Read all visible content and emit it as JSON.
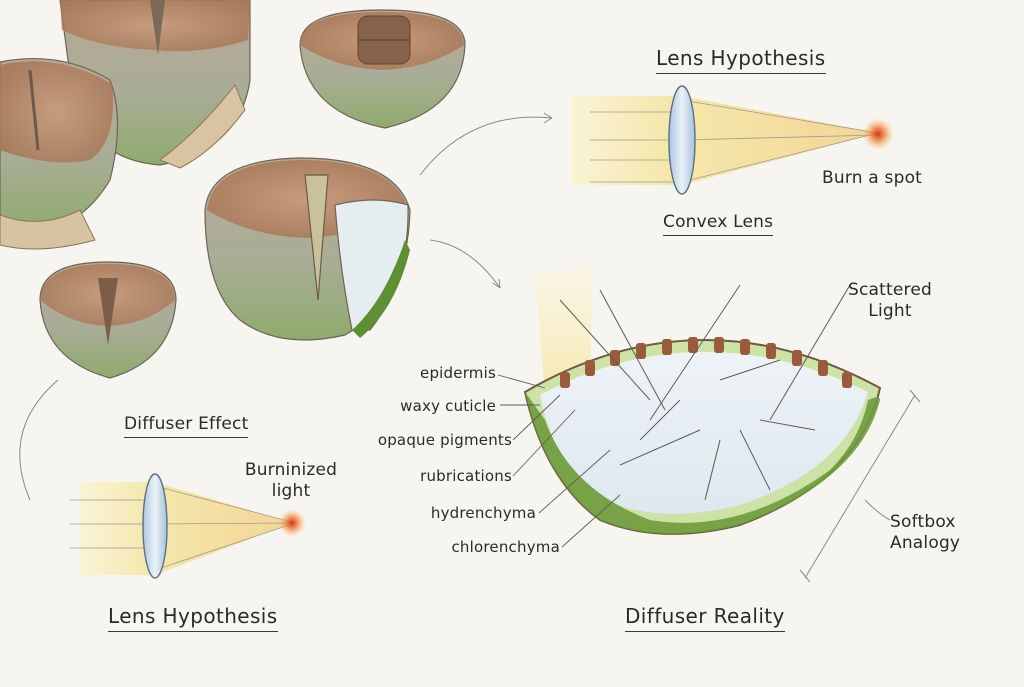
{
  "titles": {
    "lens_top": "Lens Hypothesis",
    "lens_bottom": "Lens Hypothesis",
    "diffuser_effect": "Diffuser Effect",
    "diffuser_reality": "Diffuser Reality"
  },
  "labels": {
    "burn_spot": "Burn a spot",
    "convex_lens": "Convex Lens",
    "burnished_line1": "Burninized",
    "burnished_line2": "light",
    "scattered_line1": "Scattered",
    "scattered_line2": "Light",
    "softbox_line1": "Softbox",
    "softbox_line2": "Analogy"
  },
  "anatomy": [
    "epidermis",
    "waxy cuticle",
    "opaque pigments",
    "rubrications",
    "hydrenchyma",
    "chlorenchyma"
  ],
  "colors": {
    "paper": "#f7f5f0",
    "light_yellow": "#f6e79a",
    "lens_blue": "#cfe0ee",
    "chlorenchyma_green": "#6f9a3c",
    "pigment_brown": "#9b5a3c",
    "focal_red": "#d94a2a",
    "ink": "#2c2a26"
  }
}
